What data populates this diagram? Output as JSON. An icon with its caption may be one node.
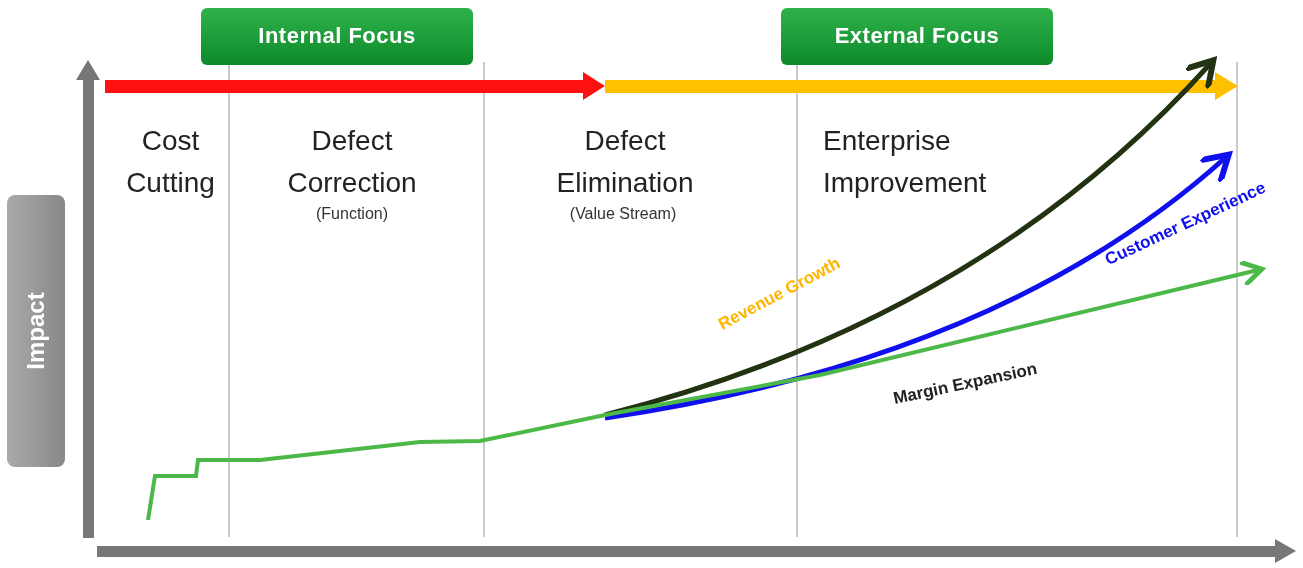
{
  "diagram": {
    "nodes": [
      {
        "text": [
          "Internal Focus"
        ]
      },
      {
        "text": [
          "External Focus"
        ]
      },
      {
        "text": [
          "Impact"
        ]
      }
    ],
    "labels": [
      "Cost Cutting",
      "Defect Correction",
      "(Function)",
      "Defect Elimination",
      "(Value Stream)",
      "Enterprise Improvement",
      "Revenue Growth",
      "Customer Experience",
      "Margin Expansion"
    ]
  }
}
